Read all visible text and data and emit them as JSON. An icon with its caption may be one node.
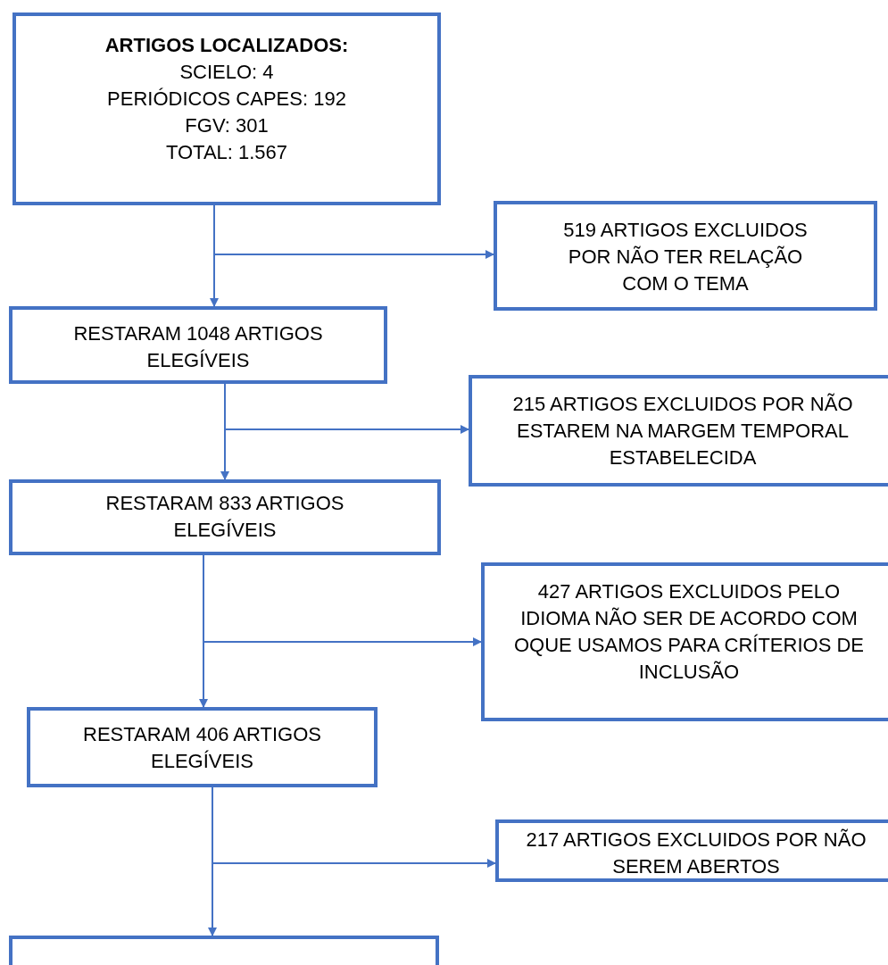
{
  "diagram": {
    "nodes": [
      {
        "text": [
          "ARTIGOS LOCALIZADOS:",
          "SCIELO: 4",
          "PERIÓDICOS CAPES: 192",
          "FGV: 301",
          "TOTAL: 1.567"
        ]
      },
      {
        "text": [
          "519 ARTIGOS EXCLUIDOS POR NÃO TER RELAÇÃO COM O TEMA"
        ]
      },
      {
        "text": [
          "RESTARAM 1048 ARTIGOS ELEGÍVEIS"
        ]
      },
      {
        "text": [
          "215 ARTIGOS EXCLUIDOS POR NÃO ESTAREM NA MARGEM TEMPORAL ESTABELECIDA"
        ]
      },
      {
        "text": [
          "RESTARAM 833 ARTIGOS ELEGÍVEIS"
        ]
      },
      {
        "text": [
          "427 ARTIGOS EXCLUIDOS PELO IDIOMA NÃO SER DE ACORDO COM OQUE USAMOS PARA CRÍTERIOS DE INCLUSÃO"
        ]
      },
      {
        "text": [
          "RESTARAM 406 ARTIGOS ELEGÍVEIS"
        ]
      },
      {
        "text": [
          "217 ARTIGOS EXCLUIDOS POR NÃO SEREM ABERTOS"
        ]
      },
      {
        "text": [],
        "shape": "box"
      }
    ],
    "edges": [
      {
        "from": 0,
        "to": 2,
        "arrow": "to"
      },
      {
        "from": 0,
        "to": 1,
        "arrow": "to"
      },
      {
        "from": 2,
        "to": 4,
        "arrow": "to"
      },
      {
        "from": 2,
        "to": 3,
        "arrow": "to"
      },
      {
        "from": 4,
        "to": 6,
        "arrow": "to"
      },
      {
        "from": 4,
        "to": 5,
        "arrow": "to"
      },
      {
        "from": 6,
        "to": 8,
        "arrow": "to"
      },
      {
        "from": 6,
        "to": 7,
        "arrow": "to"
      }
    ]
  }
}
